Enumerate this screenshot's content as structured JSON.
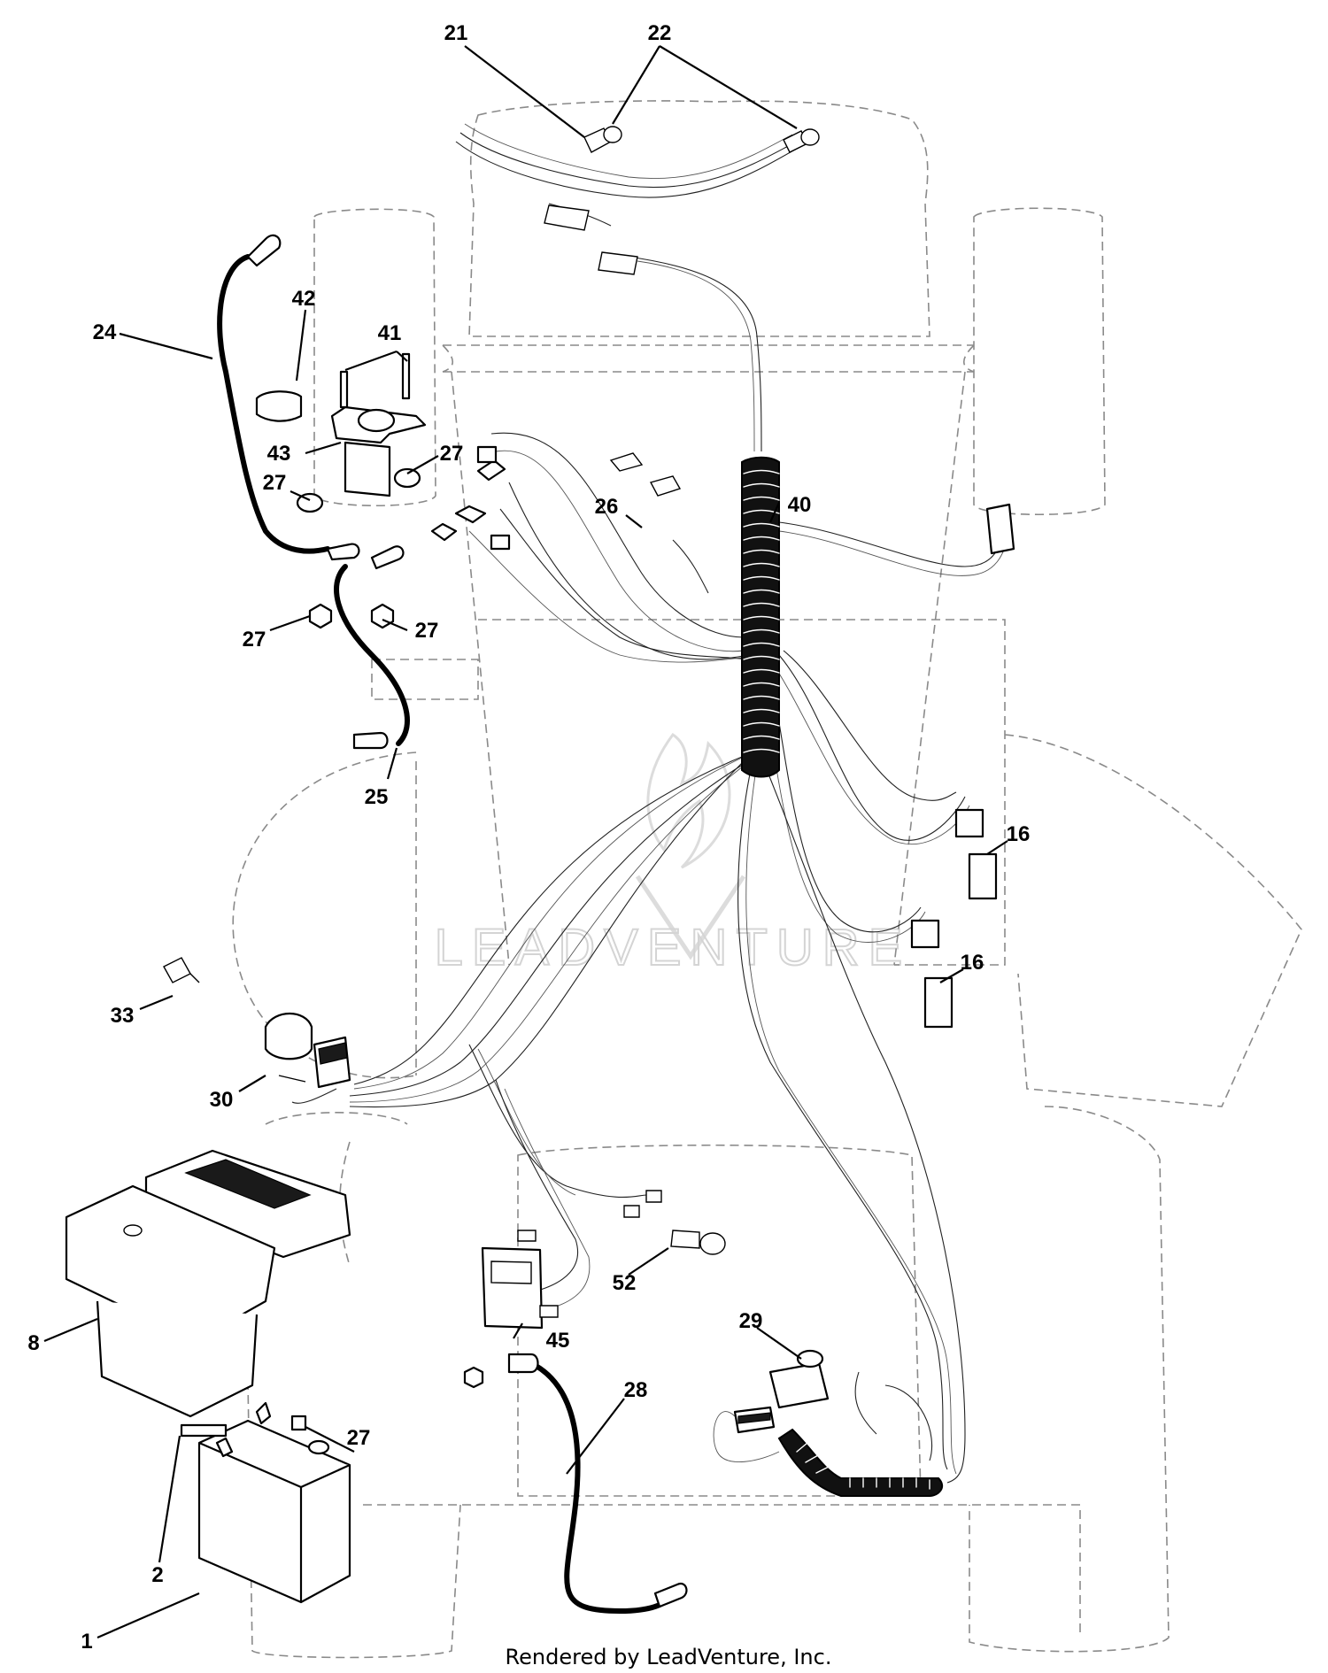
{
  "callouts": [
    {
      "id": "c21",
      "text": "21"
    },
    {
      "id": "c22",
      "text": "22"
    },
    {
      "id": "c24",
      "text": "24"
    },
    {
      "id": "c42",
      "text": "42"
    },
    {
      "id": "c41",
      "text": "41"
    },
    {
      "id": "c43",
      "text": "43"
    },
    {
      "id": "c27a",
      "text": "27"
    },
    {
      "id": "c27b",
      "text": "27"
    },
    {
      "id": "c27c",
      "text": "27"
    },
    {
      "id": "c27d",
      "text": "27"
    },
    {
      "id": "c26",
      "text": "26"
    },
    {
      "id": "c40",
      "text": "40"
    },
    {
      "id": "c25",
      "text": "25"
    },
    {
      "id": "c16a",
      "text": "16"
    },
    {
      "id": "c16b",
      "text": "16"
    },
    {
      "id": "c33",
      "text": "33"
    },
    {
      "id": "c30",
      "text": "30"
    },
    {
      "id": "c8",
      "text": "8"
    },
    {
      "id": "c52",
      "text": "52"
    },
    {
      "id": "c45",
      "text": "45"
    },
    {
      "id": "c29",
      "text": "29"
    },
    {
      "id": "c28",
      "text": "28"
    },
    {
      "id": "c27e",
      "text": "27"
    },
    {
      "id": "c2",
      "text": "2"
    },
    {
      "id": "c1",
      "text": "1"
    }
  ],
  "watermark": "LEADVENTURE",
  "footer": "Rendered by LeadVenture, Inc."
}
